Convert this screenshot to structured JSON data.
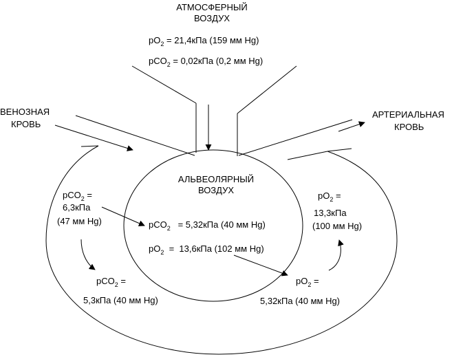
{
  "atmosphere": {
    "title_line1": "АТМОСФЕРНЫЙ",
    "title_line2": "ВОЗДУХ",
    "po2": {
      "p": "p",
      "o": "O",
      "n": "2",
      "rest": " =  21,4кПа (159 мм Hg)"
    },
    "pco2": {
      "p": "p",
      "co": "CO",
      "n": "2",
      "rest": " = 0,02кПа (0,2 мм Hg)"
    }
  },
  "venous": {
    "title_line1": "ВЕНОЗНАЯ",
    "title_line2": "КРОВЬ",
    "pco2_in": {
      "p": "p",
      "co": "CO",
      "n": "2",
      "rest": " =",
      "line2": "6,3кПа",
      "line3": "(47 мм Hg)"
    },
    "pco2_out": {
      "p": "p",
      "co": "CO",
      "n": "2",
      "rest": " =",
      "line2": "5,3кПа  (40 мм Hg)"
    }
  },
  "arterial": {
    "title_line1": "АРТЕРИАЛЬНАЯ",
    "title_line2": "КРОВЬ",
    "po2_in": {
      "p": "p",
      "o": "O",
      "n": "2",
      "rest": " =",
      "line2": "5,32кПа (40 мм Hg)"
    },
    "po2_out": {
      "p": "p",
      "o": "O",
      "n": "2",
      "rest": " =",
      "line2": "13,3кПа",
      "line3": "(100 мм Hg)"
    }
  },
  "alveolar": {
    "title_line1": "АЛЬВЕОЛЯРНЫЙ",
    "title_line2": "ВОЗДУХ",
    "pco2": {
      "p": "p",
      "co": "CO",
      "n": "2",
      "rest": "   = 5,32кПа (40 мм Hg)"
    },
    "po2": {
      "p": "p",
      "o": "O",
      "n": "2",
      "rest": "  =  13,6кПа (102 мм Hg)"
    }
  }
}
